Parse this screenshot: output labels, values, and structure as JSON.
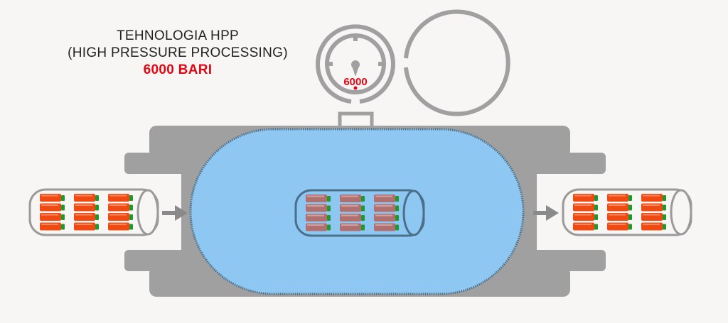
{
  "title": {
    "line1": "TEHNOLOGIA HPP",
    "line2": "(HIGH PRESSURE PROCESSING)",
    "pressure": "6000 BARI"
  },
  "gauge": {
    "reading": "6000"
  },
  "colors": {
    "vessel": "#a0a0a0",
    "water": "#8ec8f2",
    "bottle": "#f04a12",
    "bottle_processed": "#b07070",
    "cap": "#1f9a2a",
    "accent": "#e30613"
  },
  "batches": [
    {
      "name": "input",
      "rows": 4,
      "cols": 3
    },
    {
      "name": "processing",
      "rows": 4,
      "cols": 3
    },
    {
      "name": "output",
      "rows": 4,
      "cols": 3
    }
  ]
}
